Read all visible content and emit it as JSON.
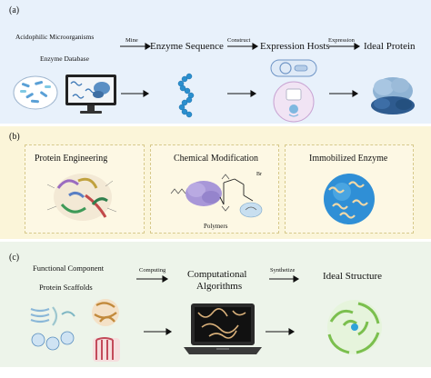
{
  "panel_a": {
    "label": "(a)",
    "source_1": "Acidophilic Microorganisms",
    "source_2": "Enzyme Database",
    "arrow_mine": "Mine",
    "step_sequence": "Enzyme Sequence",
    "arrow_construct": "Construct",
    "step_hosts": "Expression Hosts",
    "arrow_expression": "Expression",
    "step_protein": "Ideal Protein"
  },
  "panel_b": {
    "label": "(b)",
    "method_1": "Protein Engineering",
    "method_2": "Chemical Modification",
    "method_3": "Immobilized Enzyme",
    "polymers_label": "Polymers",
    "br_label": "Br"
  },
  "panel_c": {
    "label": "(c)",
    "component_title": "Functional Component",
    "scaffold_title": "Protein Scaffolds",
    "arrow_computing": "Computing",
    "step_algorithms_1": "Computational",
    "step_algorithms_2": "Algorithms",
    "arrow_synthesize": "Synthetize",
    "step_structure": "Ideal Structure"
  },
  "colors": {
    "panel_a_bg": "#e8f1fb",
    "panel_b_bg": "#fbf5d9",
    "panel_c_bg": "#edf4ea"
  }
}
